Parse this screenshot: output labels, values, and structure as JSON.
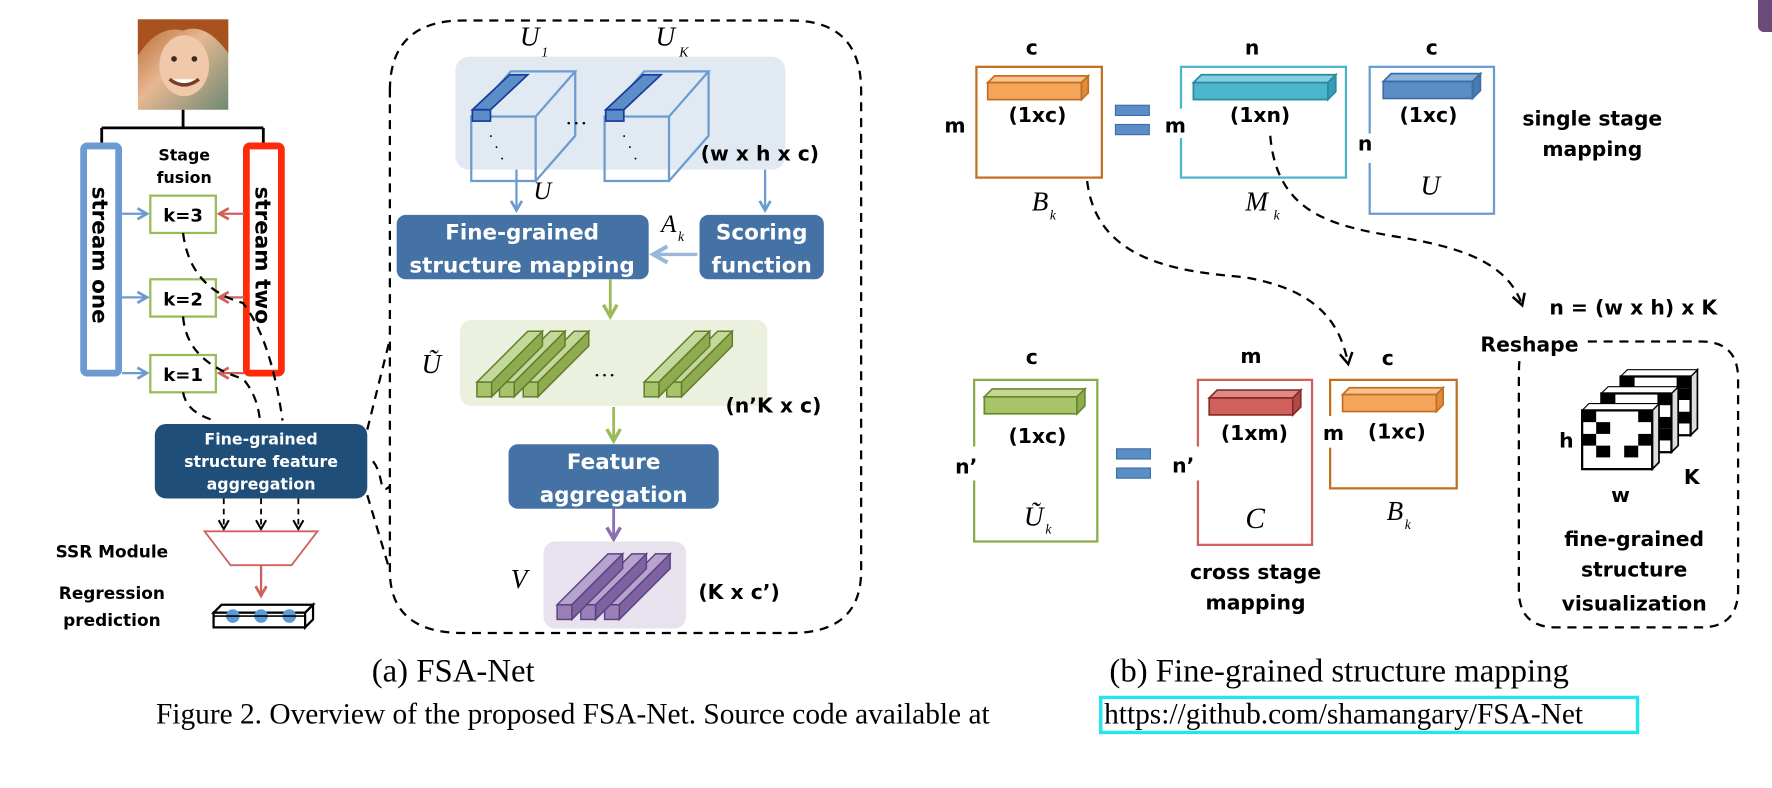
{
  "corner_tab": {
    "color": "#6b4a7a"
  },
  "panel_a": {
    "face_image": "face-photo",
    "stream_one": "stream one",
    "stream_two": "stream two",
    "stage_fusion": [
      "Stage",
      "fusion"
    ],
    "stages": [
      "k=3",
      "k=2",
      "k=1"
    ],
    "aggregation_box": [
      "Fine-grained",
      "structure feature",
      "aggregation"
    ],
    "ssr_module": "SSR Module",
    "regression": [
      "Regression",
      "prediction"
    ],
    "u1": "U",
    "u1_sub": "1",
    "uk": "U",
    "uk_sub": "K",
    "whc": "(w x h x c)",
    "u_label": "U",
    "ak": "A",
    "ak_sub": "k",
    "fsm_box": [
      "Fine-grained",
      "structure mapping"
    ],
    "scoring_box": [
      "Scoring",
      "function"
    ],
    "u_tilde": "Ũ",
    "nkc": "(n’K x c)",
    "feature_agg": [
      "Feature",
      "aggregation"
    ],
    "v_label": "V",
    "kc": "(K x c’)",
    "dots": "…",
    "caption": "(a) FSA-Net"
  },
  "panel_b": {
    "top": {
      "bk": {
        "top": "c",
        "side": "m",
        "bar": "(1xc)",
        "label": "B",
        "sub": "k"
      },
      "mk": {
        "top": "n",
        "side": "m",
        "bar": "(1xn)",
        "label": "M",
        "sub": "k"
      },
      "u": {
        "top": "c",
        "side": "n",
        "bar": "(1xc)",
        "label": "U"
      },
      "caption": [
        "single stage",
        "mapping"
      ]
    },
    "bottom": {
      "uk": {
        "top": "c",
        "side": "n’",
        "bar": "(1xc)",
        "label": "Ũ",
        "sub": "k"
      },
      "c": {
        "top": "m",
        "side": "n’",
        "bar": "(1xm)",
        "label": "C"
      },
      "bk": {
        "top": "c",
        "side": "m",
        "bar": "(1xc)",
        "label": "B",
        "sub": "k"
      },
      "caption": [
        "cross stage",
        "mapping"
      ]
    },
    "n_formula": "n = (w x h) x K",
    "reshape": "Reshape",
    "viz_h": "h",
    "viz_w": "w",
    "viz_k": "K",
    "viz_caption": [
      "fine-grained",
      "structure",
      "visualization"
    ],
    "caption": "(b) Fine-grained structure mapping"
  },
  "figure_caption": {
    "text": "Figure 2.  Overview of the proposed FSA-Net. Source code available at ",
    "link": "https://github.com/shamangary/FSA-Net",
    "link_box_color": "#22e5ee"
  },
  "colors": {
    "stream_one": "#6b9bd1",
    "stream_two": "#ff2a0a",
    "stage_box": "#9bbb59",
    "dark_box": "#1f4e79",
    "mid_box": "#4472a4",
    "orange": "#f5a55a",
    "teal": "#4bb5cc",
    "blue_bar": "#5b8ec7",
    "green_bar": "#a8c46a",
    "red_bar": "#d0605c",
    "purple": "#9a7fb8"
  }
}
